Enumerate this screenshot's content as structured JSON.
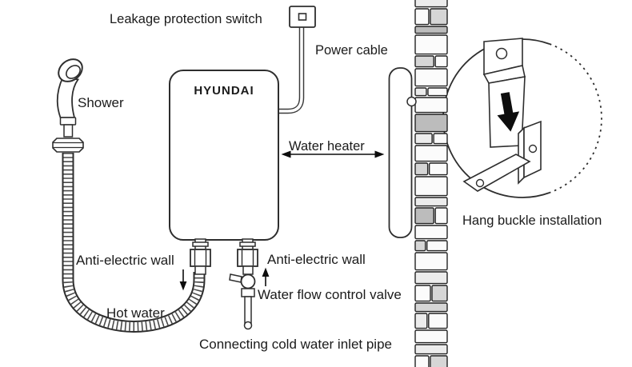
{
  "diagram": {
    "brand": "HYUNDAI",
    "labels": {
      "leakage_switch": "Leakage protection switch",
      "power_cable": "Power cable",
      "shower": "Shower",
      "water_heater": "Water heater",
      "anti_electric_wall_left": "Anti-electric wall",
      "anti_electric_wall_right": "Anti-electric wall",
      "hot_water": "Hot water",
      "water_flow_control_valve": "Water flow control valve",
      "cold_water_inlet": "Connecting cold water inlet pipe",
      "hang_buckle": "Hang buckle installation"
    },
    "icons": {
      "down_arrow": "hot-water-direction-down-arrow",
      "up_arrow": "valve-direction-up-arrow",
      "double_arrow": "water-heater-span-double-arrow",
      "inset_arrow": "hang-buckle-slide-down-arrow"
    },
    "colors": {
      "line": "#2e2e2e",
      "text": "#1b1b1b",
      "arrow": "#0d0d0d",
      "background": "#ffffff",
      "brick_shades": [
        "#fbfbfb",
        "#ececec",
        "#d6d6d6",
        "#bcbcbc"
      ],
      "brick_mortar": "#222222"
    }
  }
}
